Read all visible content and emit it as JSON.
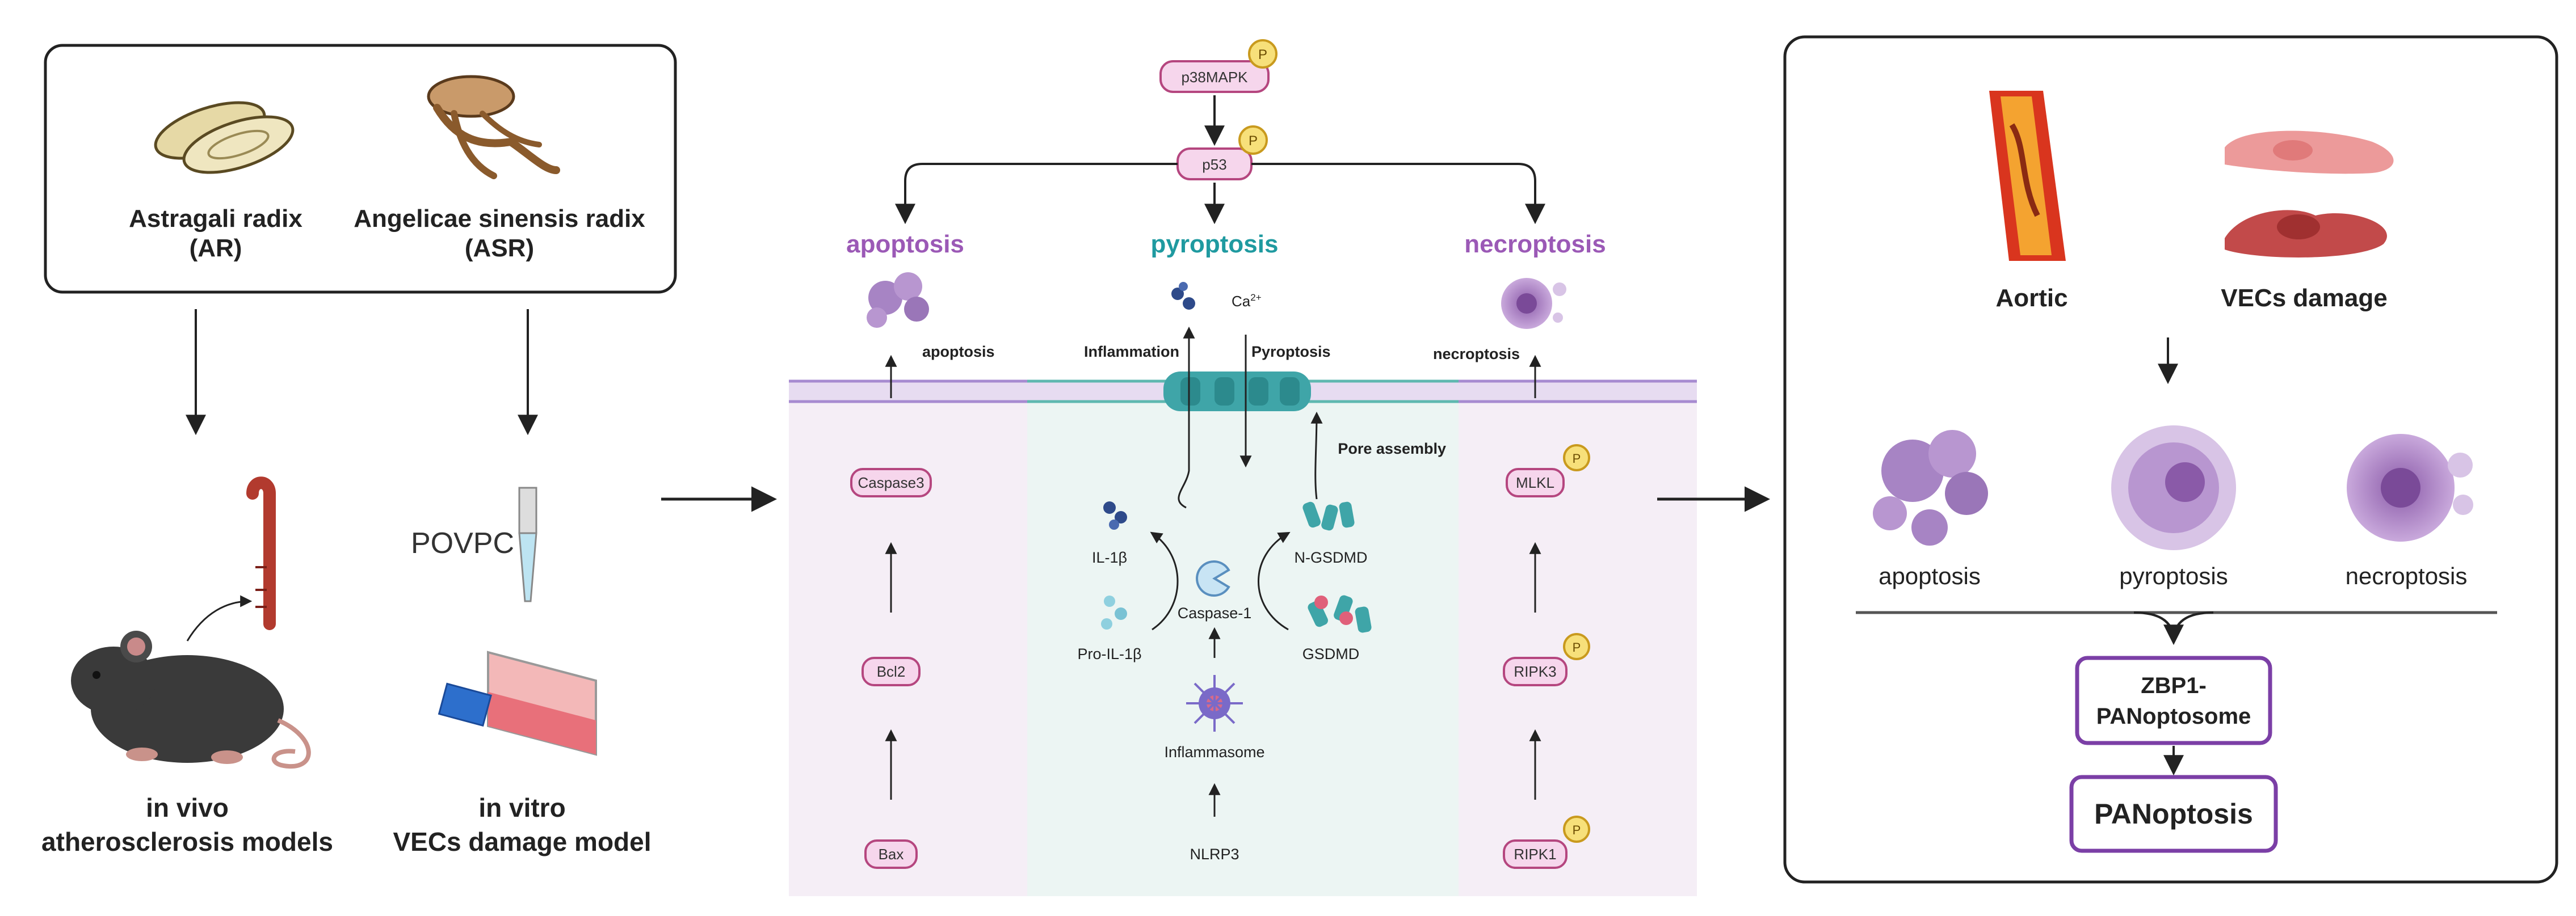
{
  "herbs": {
    "ar_name": "Astragali radix",
    "ar_abbr": "(AR)",
    "asr_name": "Angelicae sinensis radix",
    "asr_abbr": "(ASR)"
  },
  "models": {
    "invivo_line1": "in vivo",
    "invivo_line2": "atherosclerosis models",
    "invitro_line1": "in vitro",
    "invitro_line2": "VECs damage model",
    "povpc": "POVPC"
  },
  "pathway": {
    "phospho_label": "P",
    "p38": "p38MAPK",
    "p53": "p53",
    "apoptosis_title": "apoptosis",
    "pyroptosis_title": "pyroptosis",
    "necroptosis_title": "necroptosis",
    "apoptosis_out": "apoptosis",
    "necroptosis_out": "necroptosis",
    "inflammation": "Inflammation",
    "pyroptosis_out": "Pyroptosis",
    "calcium": "Ca",
    "calcium_sup": "2+",
    "pore_assembly": "Pore assembly",
    "caspase3": "Caspase3",
    "bcl2": "Bcl2",
    "bax": "Bax",
    "il1b": "IL-1β",
    "pro_il1b": "Pro-IL-1β",
    "caspase1": "Caspase-1",
    "n_gsdmd": "N-GSDMD",
    "gsdmd": "GSDMD",
    "inflammasome": "Inflammasome",
    "nlrp3": "NLRP3",
    "mlkl": "MLKL",
    "ripk3": "RIPK3",
    "ripk1": "RIPK1"
  },
  "results": {
    "aortic": "Aortic",
    "vecs_damage": "VECs damage",
    "apoptosis": "apoptosis",
    "pyroptosis": "pyroptosis",
    "necroptosis": "necroptosis",
    "zbp1_line1": "ZBP1-",
    "zbp1_line2": "PANoptosome",
    "panoptosis": "PANoptosis"
  },
  "colors": {
    "pill_fill": "#f6d6ec",
    "pill_stroke": "#b5467f",
    "phospho_fill": "#f7e07a",
    "phospho_stroke": "#c99a1e",
    "apoptosis_purple": "#9b59b6",
    "pyroptosis_teal": "#1f9aa0",
    "membrane": "#a78bd0",
    "left_panel_bg": "#f5eef6",
    "mid_panel_bg": "#ecf5f3",
    "box_purple": "#7b3fa6",
    "cell_purple": "#a784c4"
  }
}
